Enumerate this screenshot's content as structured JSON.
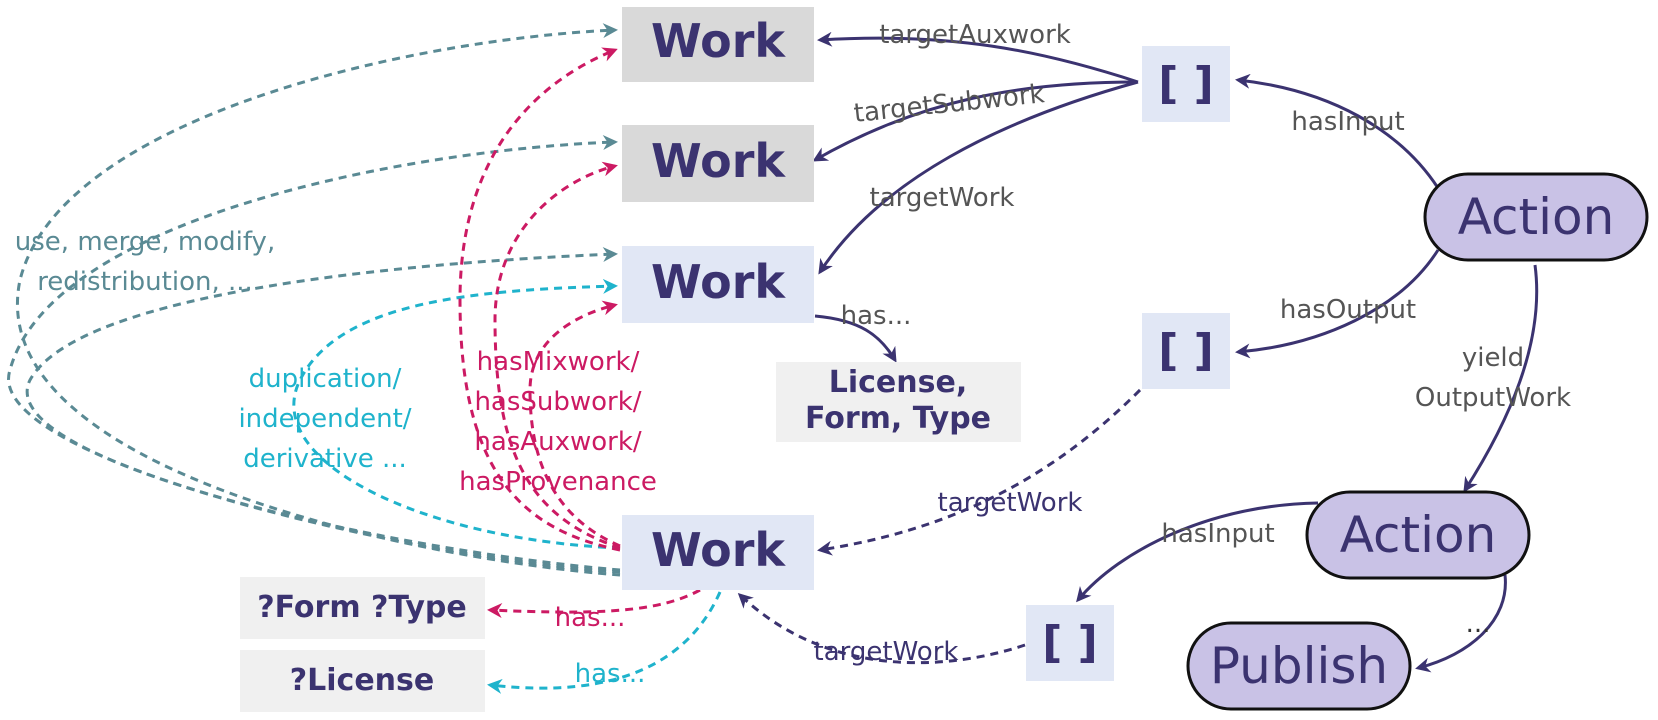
{
  "colors": {
    "navy": "#3b3370",
    "teal_gray": "#5a8a94",
    "cyan": "#1fb3cc",
    "magenta": "#cc1a63",
    "label_gray": "#555555",
    "work_gray_fill": "#d9d9d9",
    "work_blue_fill": "#e1e7f5",
    "list_fill": "#e1e7f5",
    "attr_fill": "#f0f0f0",
    "oval_fill": "#c9c2e6"
  },
  "nodes": {
    "work_top": "Work",
    "work_second": "Work",
    "work_mid": "Work",
    "work_bottom": "Work",
    "list_top": "[ ]",
    "list_mid": "[ ]",
    "list_bottom": "[ ]",
    "action_top": "Action",
    "action_bottom": "Action",
    "publish": "Publish",
    "attrs_box_line1": "License,",
    "attrs_box_line2": "Form, Type",
    "form_type_box": "?Form ?Type",
    "license_box": "?License"
  },
  "labels": {
    "target_auxwork": "targetAuxwork",
    "target_subwork": "targetSubwork",
    "target_work_top": "targetWork",
    "has_input_top": "hasInput",
    "has_output": "hasOutput",
    "yield_line1": "yield",
    "yield_line2": "OutputWork",
    "has_mid": "has...",
    "target_work_mid": "targetWork",
    "has_input_bottom": "hasInput",
    "target_work_bottom": "targetWork",
    "ellipsis": "...",
    "use_line1": "use, merge, modify,",
    "use_line2": "redistribution, ...",
    "dup_line1": "duplication/",
    "dup_line2": "independent/",
    "dup_line3": "derivative ...",
    "mix_line1": "hasMixwork/",
    "mix_line2": "hasSubwork/",
    "mix_line3": "hasAuxwork/",
    "mix_line4": "hasProvenance",
    "has_magenta": "has...",
    "has_cyan": "has..."
  }
}
